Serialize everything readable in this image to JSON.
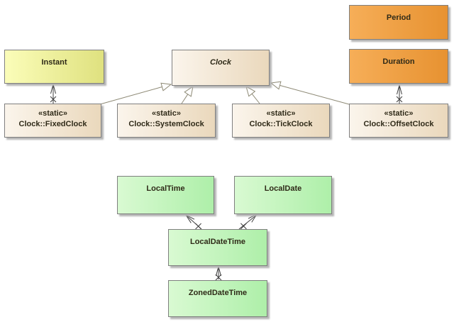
{
  "diagram_type": "uml-class-diagram",
  "colors": {
    "orange_left": "#F6AE58",
    "orange_right": "#E79231",
    "yellow_left": "#FBFDB9",
    "yellow_right": "#DFE17F",
    "cream_left": "#FBF5EC",
    "cream_right": "#EAD8BC",
    "green_left": "#D9FAD2",
    "green_right": "#AEEFA9",
    "box_border": "#7F7F7F",
    "shadow": "#B5B5B5",
    "text": "#2F2A18",
    "generalization_stroke": "#8E8A76",
    "association_stroke": "#3F3F3F"
  },
  "classes": {
    "period": {
      "name": "Period"
    },
    "duration": {
      "name": "Duration"
    },
    "instant": {
      "name": "Instant"
    },
    "clock": {
      "name": "Clock"
    },
    "fixed_clock": {
      "stereotype": "«static»",
      "name": "Clock::FixedClock"
    },
    "system_clock": {
      "stereotype": "«static»",
      "name": "Clock::SystemClock"
    },
    "tick_clock": {
      "stereotype": "«static»",
      "name": "Clock::TickClock"
    },
    "offset_clock": {
      "stereotype": "«static»",
      "name": "Clock::OffsetClock"
    },
    "local_time": {
      "name": "LocalTime"
    },
    "local_date": {
      "name": "LocalDate"
    },
    "local_date_time": {
      "name": "LocalDateTime"
    },
    "zoned_date_time": {
      "name": "ZonedDateTime"
    }
  },
  "relationships": [
    {
      "type": "generalization",
      "from": "Clock::FixedClock",
      "to": "Clock"
    },
    {
      "type": "generalization",
      "from": "Clock::SystemClock",
      "to": "Clock"
    },
    {
      "type": "generalization",
      "from": "Clock::TickClock",
      "to": "Clock"
    },
    {
      "type": "generalization",
      "from": "Clock::OffsetClock",
      "to": "Clock"
    },
    {
      "type": "association",
      "from": "Clock::FixedClock",
      "to": "Instant"
    },
    {
      "type": "association",
      "from": "Clock::OffsetClock",
      "to": "Duration"
    },
    {
      "type": "association",
      "from": "LocalDateTime",
      "to": "LocalTime"
    },
    {
      "type": "association",
      "from": "LocalDateTime",
      "to": "LocalDate"
    },
    {
      "type": "association",
      "from": "ZonedDateTime",
      "to": "LocalDateTime"
    }
  ]
}
